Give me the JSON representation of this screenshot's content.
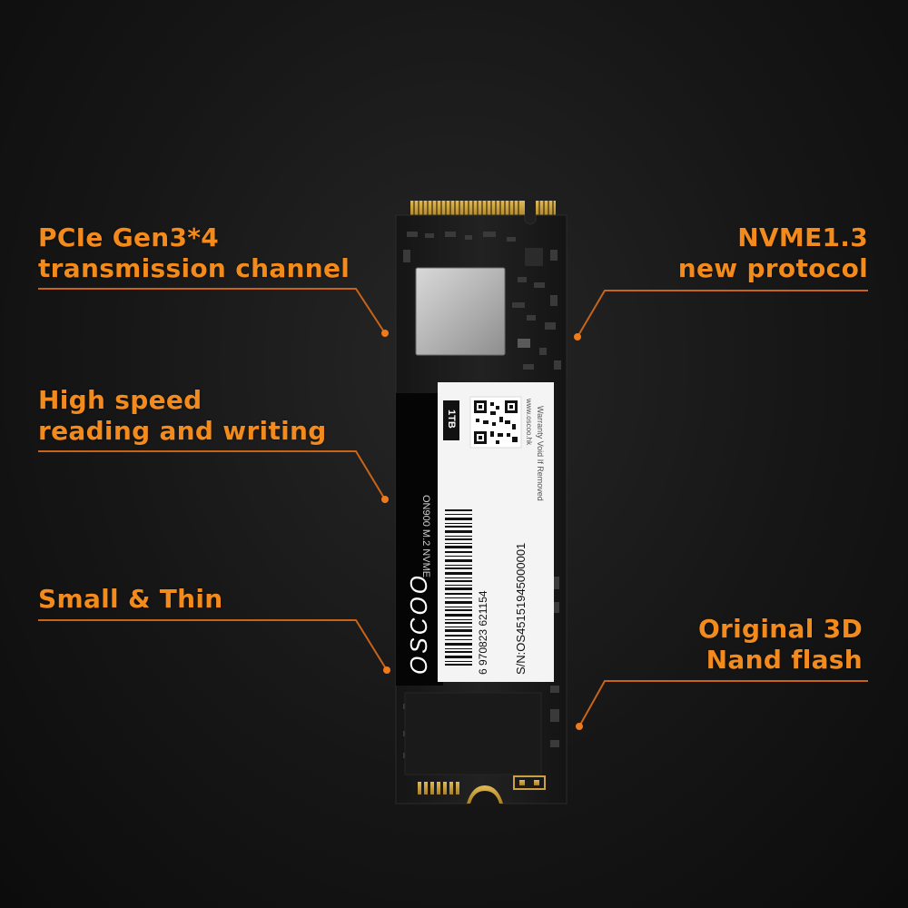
{
  "callouts": {
    "pcie": {
      "line1": "PCIe Gen3*4",
      "line2": "transmission channel"
    },
    "nvme": {
      "line1": "NVME1.3",
      "line2": "new protocol"
    },
    "speed": {
      "line1": "High speed",
      "line2": "reading and writing"
    },
    "small": {
      "line1": "Small & Thin"
    },
    "nand": {
      "line1": "Original 3D",
      "line2": "Nand flash"
    }
  },
  "ssd_label": {
    "brand": "OSCOO",
    "model": "ON900  M.2  NVME",
    "capacity": "1TB",
    "website": "www.oscoo.hk",
    "warranty": "Warranty Void If Removed",
    "barcode_number": "6  970823  621154",
    "serial": "S/N:OS45151945000001"
  },
  "colors": {
    "accent": "#f28a1c",
    "background": "#161616",
    "pcb": "#1c1c1c",
    "label": "#ffffff"
  }
}
